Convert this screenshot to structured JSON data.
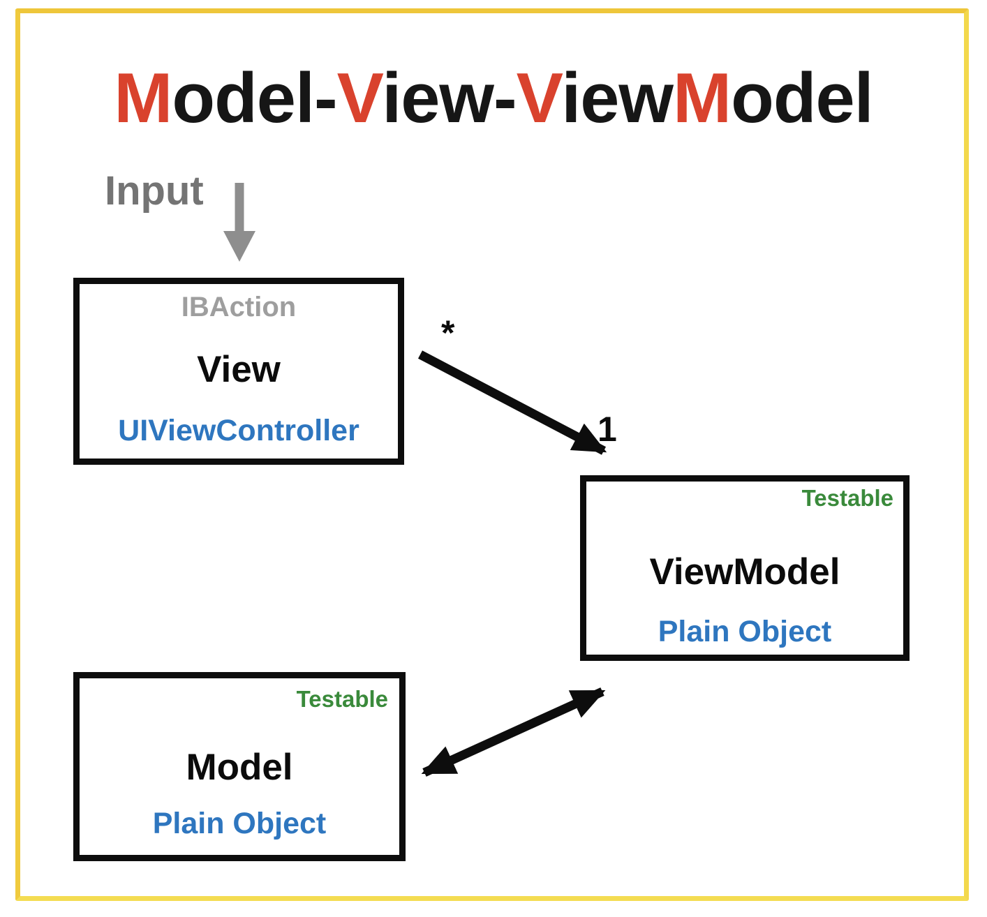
{
  "title": {
    "full": "Model-View-ViewModel",
    "segments": [
      {
        "text": "M",
        "color": "#d9422d"
      },
      {
        "text": "odel-",
        "color": "#161616"
      },
      {
        "text": "V",
        "color": "#d9422d"
      },
      {
        "text": "iew-",
        "color": "#161616"
      },
      {
        "text": "V",
        "color": "#d9422d"
      },
      {
        "text": "iew",
        "color": "#161616"
      },
      {
        "text": "M",
        "color": "#d9422d"
      },
      {
        "text": "odel",
        "color": "#161616"
      }
    ]
  },
  "input": {
    "label": "Input"
  },
  "boxes": {
    "view": {
      "annotation": "IBAction",
      "name": "View",
      "subtitle": "UIViewController"
    },
    "viewmodel": {
      "badge": "Testable",
      "name": "ViewModel",
      "subtitle": "Plain Object"
    },
    "model": {
      "badge": "Testable",
      "name": "Model",
      "subtitle": "Plain Object"
    }
  },
  "relations": {
    "view_to_viewmodel": {
      "source_multiplicity": "*",
      "target_multiplicity": "1",
      "direction": "one-way"
    },
    "model_viewmodel": {
      "direction": "bidirectional"
    }
  },
  "colors": {
    "accent_red": "#d9422d",
    "link_blue": "#2e76bf",
    "testable_green": "#3a8a3b",
    "muted_gray": "#8e8e8e",
    "frame_yellow": "#f1cc40",
    "line_black": "#0d0d0d"
  }
}
